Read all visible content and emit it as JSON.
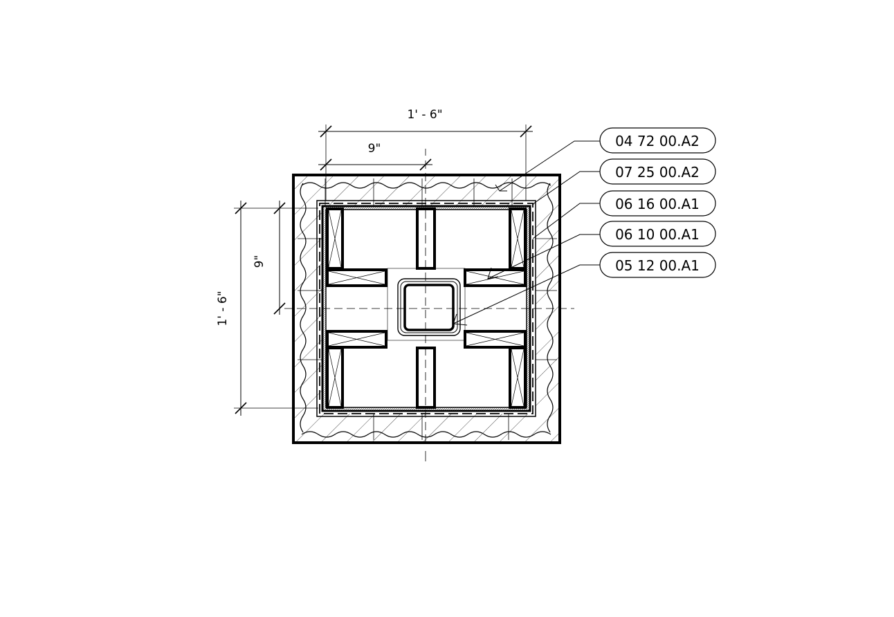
{
  "drawing": {
    "dimensions": {
      "overall_width": "1' - 6\"",
      "half_width": "9\"",
      "overall_height": "1' - 6\"",
      "half_height": "9\""
    },
    "keynotes": [
      {
        "code": "04 72 00.A2"
      },
      {
        "code": "07 25 00.A2"
      },
      {
        "code": "06 16 00.A1"
      },
      {
        "code": "06 10 00.A1"
      },
      {
        "code": "05 12 00.A1"
      }
    ]
  },
  "colors": {
    "line": "#000000",
    "background": "#ffffff"
  }
}
